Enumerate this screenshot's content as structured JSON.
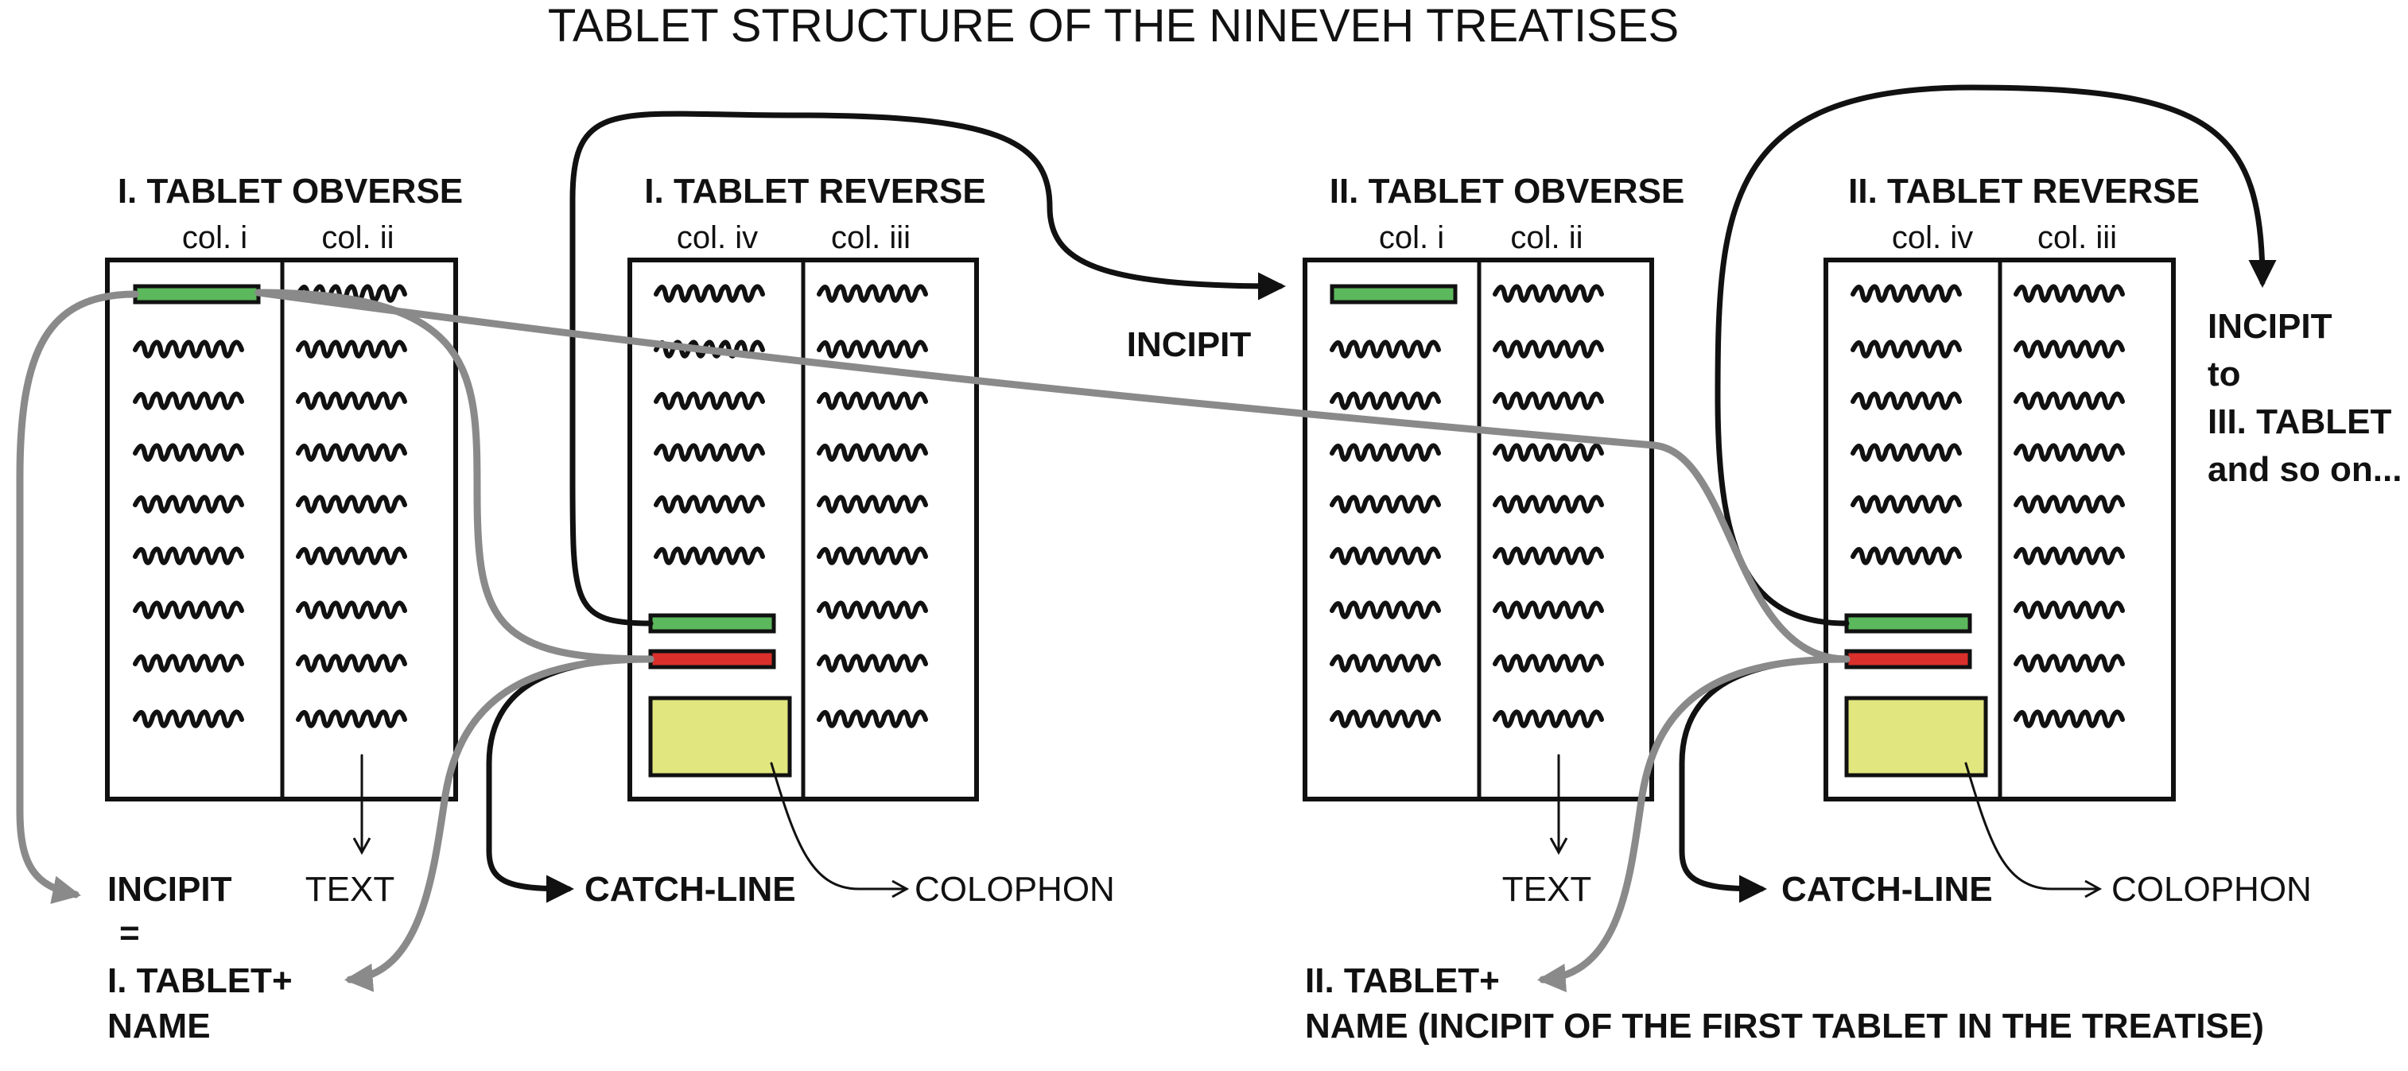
{
  "title": "TABLET STRUCTURE OF THE NINEVEH TREATISES",
  "colors": {
    "incipit_bar": "#5cb85c",
    "catchline_bar": "#d9302b",
    "colophon_box": "#e1e67f",
    "outline": "#111111",
    "connector_grey": "#8a8a8a"
  },
  "tablets": [
    {
      "heading": "I. TABLET OBVERSE",
      "col_left": "col. i",
      "col_right": "col. ii"
    },
    {
      "heading": "I. TABLET REVERSE",
      "col_left": "col. iv",
      "col_right": "col. iii"
    },
    {
      "heading": "II. TABLET OBVERSE",
      "col_left": "col. i",
      "col_right": "col. ii"
    },
    {
      "heading": "II. TABLET REVERSE",
      "col_left": "col. iv",
      "col_right": "col. iii"
    }
  ],
  "labels": {
    "incipit_mid": "INCIPIT",
    "incipit_next_1": "INCIPIT",
    "incipit_next_2": "to",
    "incipit_next_3": "III. TABLET",
    "incipit_next_4": "and so on...",
    "left_incipit": "INCIPIT",
    "left_eq": "=",
    "left_tablet": "I. TABLET+",
    "left_name": "NAME",
    "text_1": "TEXT",
    "catch_1": "CATCH-LINE",
    "colophon_1": "COLOPHON",
    "text_2": "TEXT",
    "catch_2": "CATCH-LINE",
    "colophon_2": "COLOPHON",
    "bottom_tablet": "II. TABLET+",
    "bottom_name": "NAME (INCIPIT OF THE FIRST  TABLET IN THE TREATISE)"
  }
}
